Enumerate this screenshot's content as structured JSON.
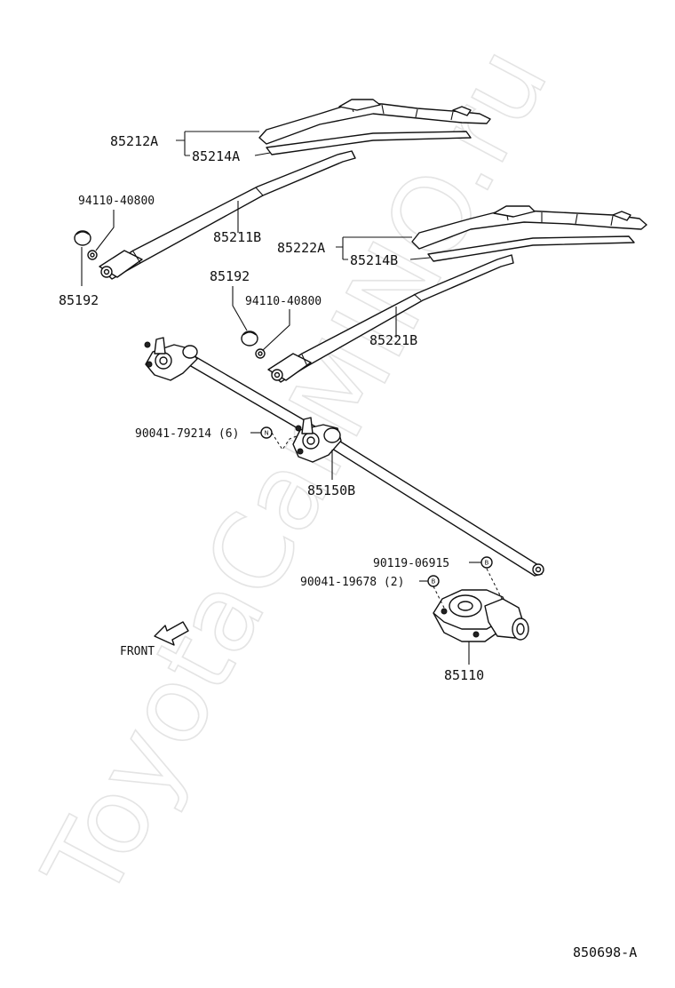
{
  "watermark": "ToyotaCarMINO.ru",
  "direction_label": "FRONT",
  "reference_code": "850698-A",
  "callouts": {
    "blade_left": "85212A",
    "refill_left": "85214A",
    "arm_left": "85211B",
    "nut_left": "94110-40800",
    "cap_left": "85192",
    "blade_right": "85222A",
    "refill_right": "85214B",
    "arm_right": "85221B",
    "cap_right": "85192",
    "nut_right": "94110-40800",
    "bolt_link": "90041-79214 (6)",
    "link_assembly": "85150B",
    "bolt_motor_1": "90119-06915",
    "bolt_motor_2": "90041-19678 (2)",
    "motor": "85110"
  },
  "markers": {
    "link_bolt": "N",
    "motor_bolt_1": "B",
    "motor_bolt_2": "B"
  }
}
